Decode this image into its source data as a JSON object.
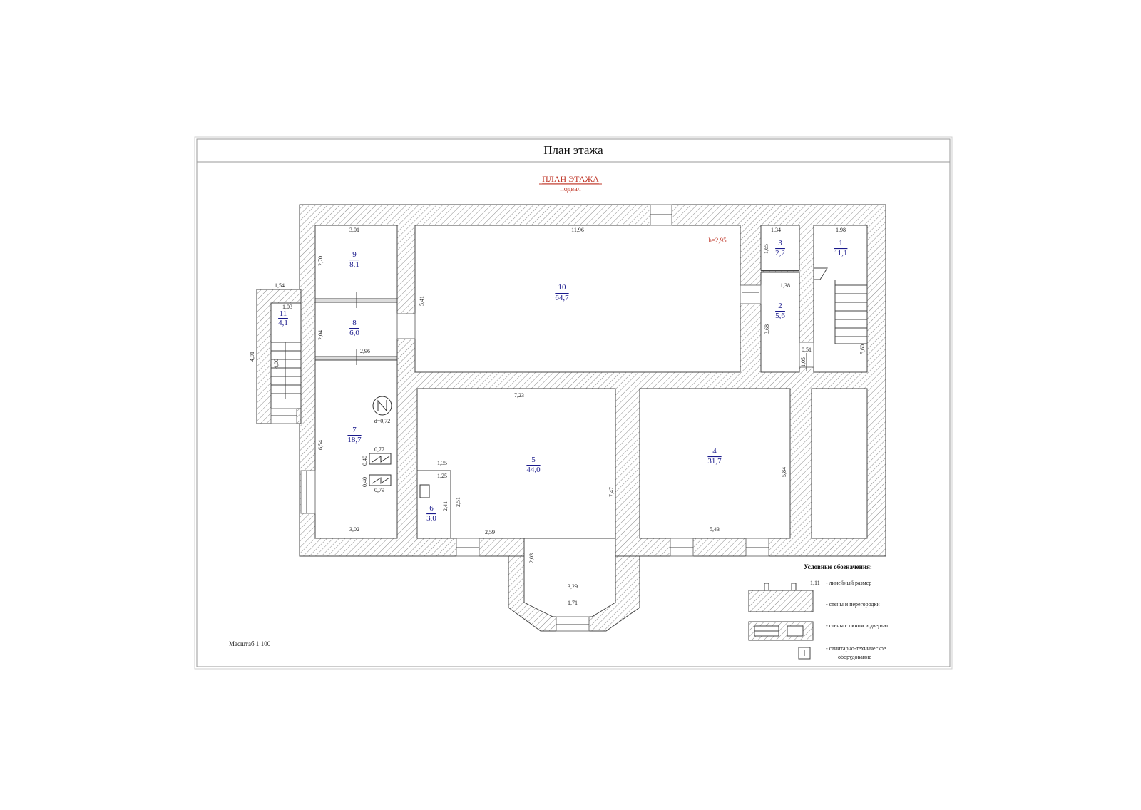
{
  "header": {
    "title": "План этажа"
  },
  "plan": {
    "title": "ПЛАН ЭТАЖА",
    "subtitle": "подвал",
    "height_label": "h=2,95"
  },
  "rooms": [
    {
      "number": "1",
      "area": "11,1"
    },
    {
      "number": "2",
      "area": "5,6"
    },
    {
      "number": "3",
      "area": "2,2"
    },
    {
      "number": "4",
      "area": "31,7"
    },
    {
      "number": "5",
      "area": "44,0"
    },
    {
      "number": "6",
      "area": "3,0"
    },
    {
      "number": "7",
      "area": "18,7"
    },
    {
      "number": "8",
      "area": "6,0"
    },
    {
      "number": "9",
      "area": "8,1"
    },
    {
      "number": "10",
      "area": "64,7"
    },
    {
      "number": "11",
      "area": "4,1"
    }
  ],
  "dimensions": {
    "r9_w": "3,01",
    "r9_h": "2,70",
    "r10_w": "11,96",
    "r10_h": "5,41",
    "r3_w": "1,34",
    "r3_h": "1,65",
    "r1_w": "1,98",
    "r1_h": "5,60",
    "r2_w": "1,38",
    "r2_h": "3,68",
    "r2_a": "0,51",
    "r2_b": "1,05",
    "r11_w": "1,54",
    "r11_w2": "1,03",
    "r11_h": "4,91",
    "r11_h2": "4,00",
    "r8_h": "2,04",
    "r8_w": "2,96",
    "r7_h": "6,54",
    "r7_w": "3,02",
    "r7_d": "d=0,72",
    "r7_e1w": "0,77",
    "r7_e1h": "0,40",
    "r7_e2h": "0,40",
    "r7_e2w": "0,79",
    "r5_w": "7,23",
    "r5_h": "7,47",
    "r6_w1": "1,35",
    "r6_w2": "1,25",
    "r6_h1": "2,41",
    "r6_h2": "2,51",
    "r5_b": "2,59",
    "bay_h": "2,03",
    "bay_w": "3,29",
    "bay_w2": "1,71",
    "r4_h": "5,84",
    "r4_w": "5,43"
  },
  "legend": {
    "title": "Условные обозначения:",
    "dim_sample": "1,11",
    "items": [
      {
        "label": "- линейный размер"
      },
      {
        "label": "- стены и перегородки"
      },
      {
        "label": "- стены с окном и дверью"
      },
      {
        "label_line1": "- санитарно-техническое",
        "label_line2": "оборудование"
      }
    ]
  },
  "scale": "Масштаб 1:100",
  "colors": {
    "accent_red": "#c0392b",
    "room_blue": "#1a1a8c",
    "line": "#333333"
  }
}
